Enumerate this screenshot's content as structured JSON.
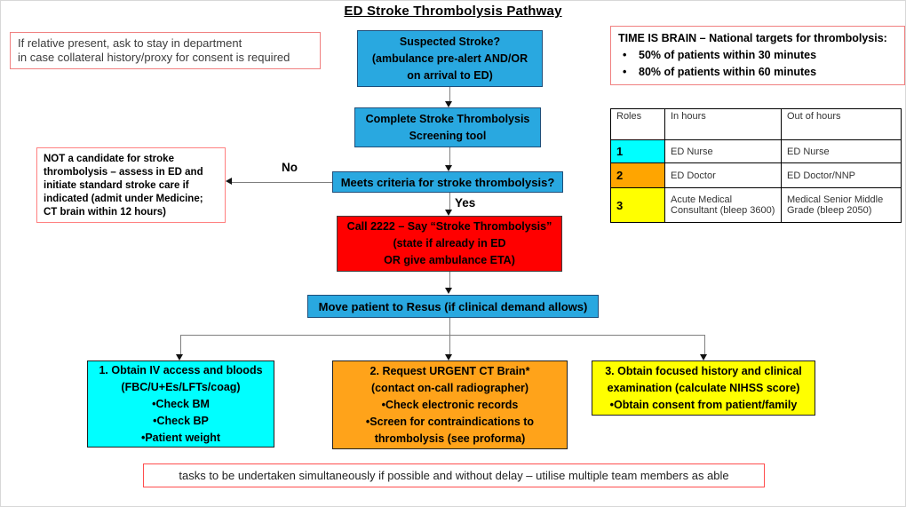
{
  "title": "ED Stroke Thrombolysis Pathway",
  "notes": {
    "relative_present": [
      "If relative present, ask to stay in department",
      "in case collateral history/proxy for consent is required"
    ],
    "time_is_brain": {
      "heading": "TIME IS BRAIN – National targets for thrombolysis:",
      "bullets": [
        "50% of patients within 30 minutes",
        "80% of patients within 60 minutes"
      ]
    },
    "not_candidate": [
      "NOT a candidate for stroke",
      "thrombolysis – assess in ED and",
      "initiate standard stroke care if",
      "indicated (admit under Medicine;",
      "CT brain within 12 hours)"
    ],
    "footer": "tasks to be undertaken simultaneously if possible and without delay – utilise multiple team members as able"
  },
  "flow": {
    "suspected": [
      "Suspected Stroke?",
      "(ambulance pre-alert AND/OR",
      "on arrival to ED)"
    ],
    "screening": [
      "Complete Stroke Thrombolysis",
      "Screening tool"
    ],
    "criteria": "Meets criteria for stroke thrombolysis?",
    "call": [
      "Call 2222 – Say “Stroke Thrombolysis”",
      "(state if already in ED",
      "OR give ambulance ETA)"
    ],
    "resus": "Move patient to Resus (if clinical demand allows)",
    "task1": [
      "1. Obtain IV access and bloods",
      "(FBC/U+Es/LFTs/coag)",
      "•Check BM",
      "•Check BP",
      "•Patient weight"
    ],
    "task2": [
      "2. Request URGENT CT Brain*",
      "(contact on-call radiographer)",
      "•Check electronic records",
      "•Screen for contraindications to",
      "thrombolysis (see proforma)"
    ],
    "task3": [
      "3. Obtain focused history and clinical",
      "examination (calculate NIHSS score)",
      "•Obtain consent from patient/family"
    ]
  },
  "labels": {
    "no": "No",
    "yes": "Yes"
  },
  "roles_table": {
    "headers": [
      "Roles",
      "In hours",
      "Out of hours"
    ],
    "rows": [
      {
        "role": "1",
        "in_hours": "ED Nurse",
        "out_of_hours": "ED Nurse"
      },
      {
        "role": "2",
        "in_hours": "ED Doctor",
        "out_of_hours": "ED Doctor/NNP"
      },
      {
        "role": "3",
        "in_hours": "Acute Medical Consultant (bleep 3600)",
        "out_of_hours": "Medical Senior Middle Grade (bleep 2050)"
      }
    ]
  },
  "colors": {
    "flow_blue": "#29A8E0",
    "flow_blue_border": "#1F4E79",
    "task_cyan": "#00FFFF",
    "task_orange": "#FFA31A",
    "task_yellow": "#FFFF00",
    "alert_red": "#FF0000",
    "note_border_red": "#F08080"
  }
}
